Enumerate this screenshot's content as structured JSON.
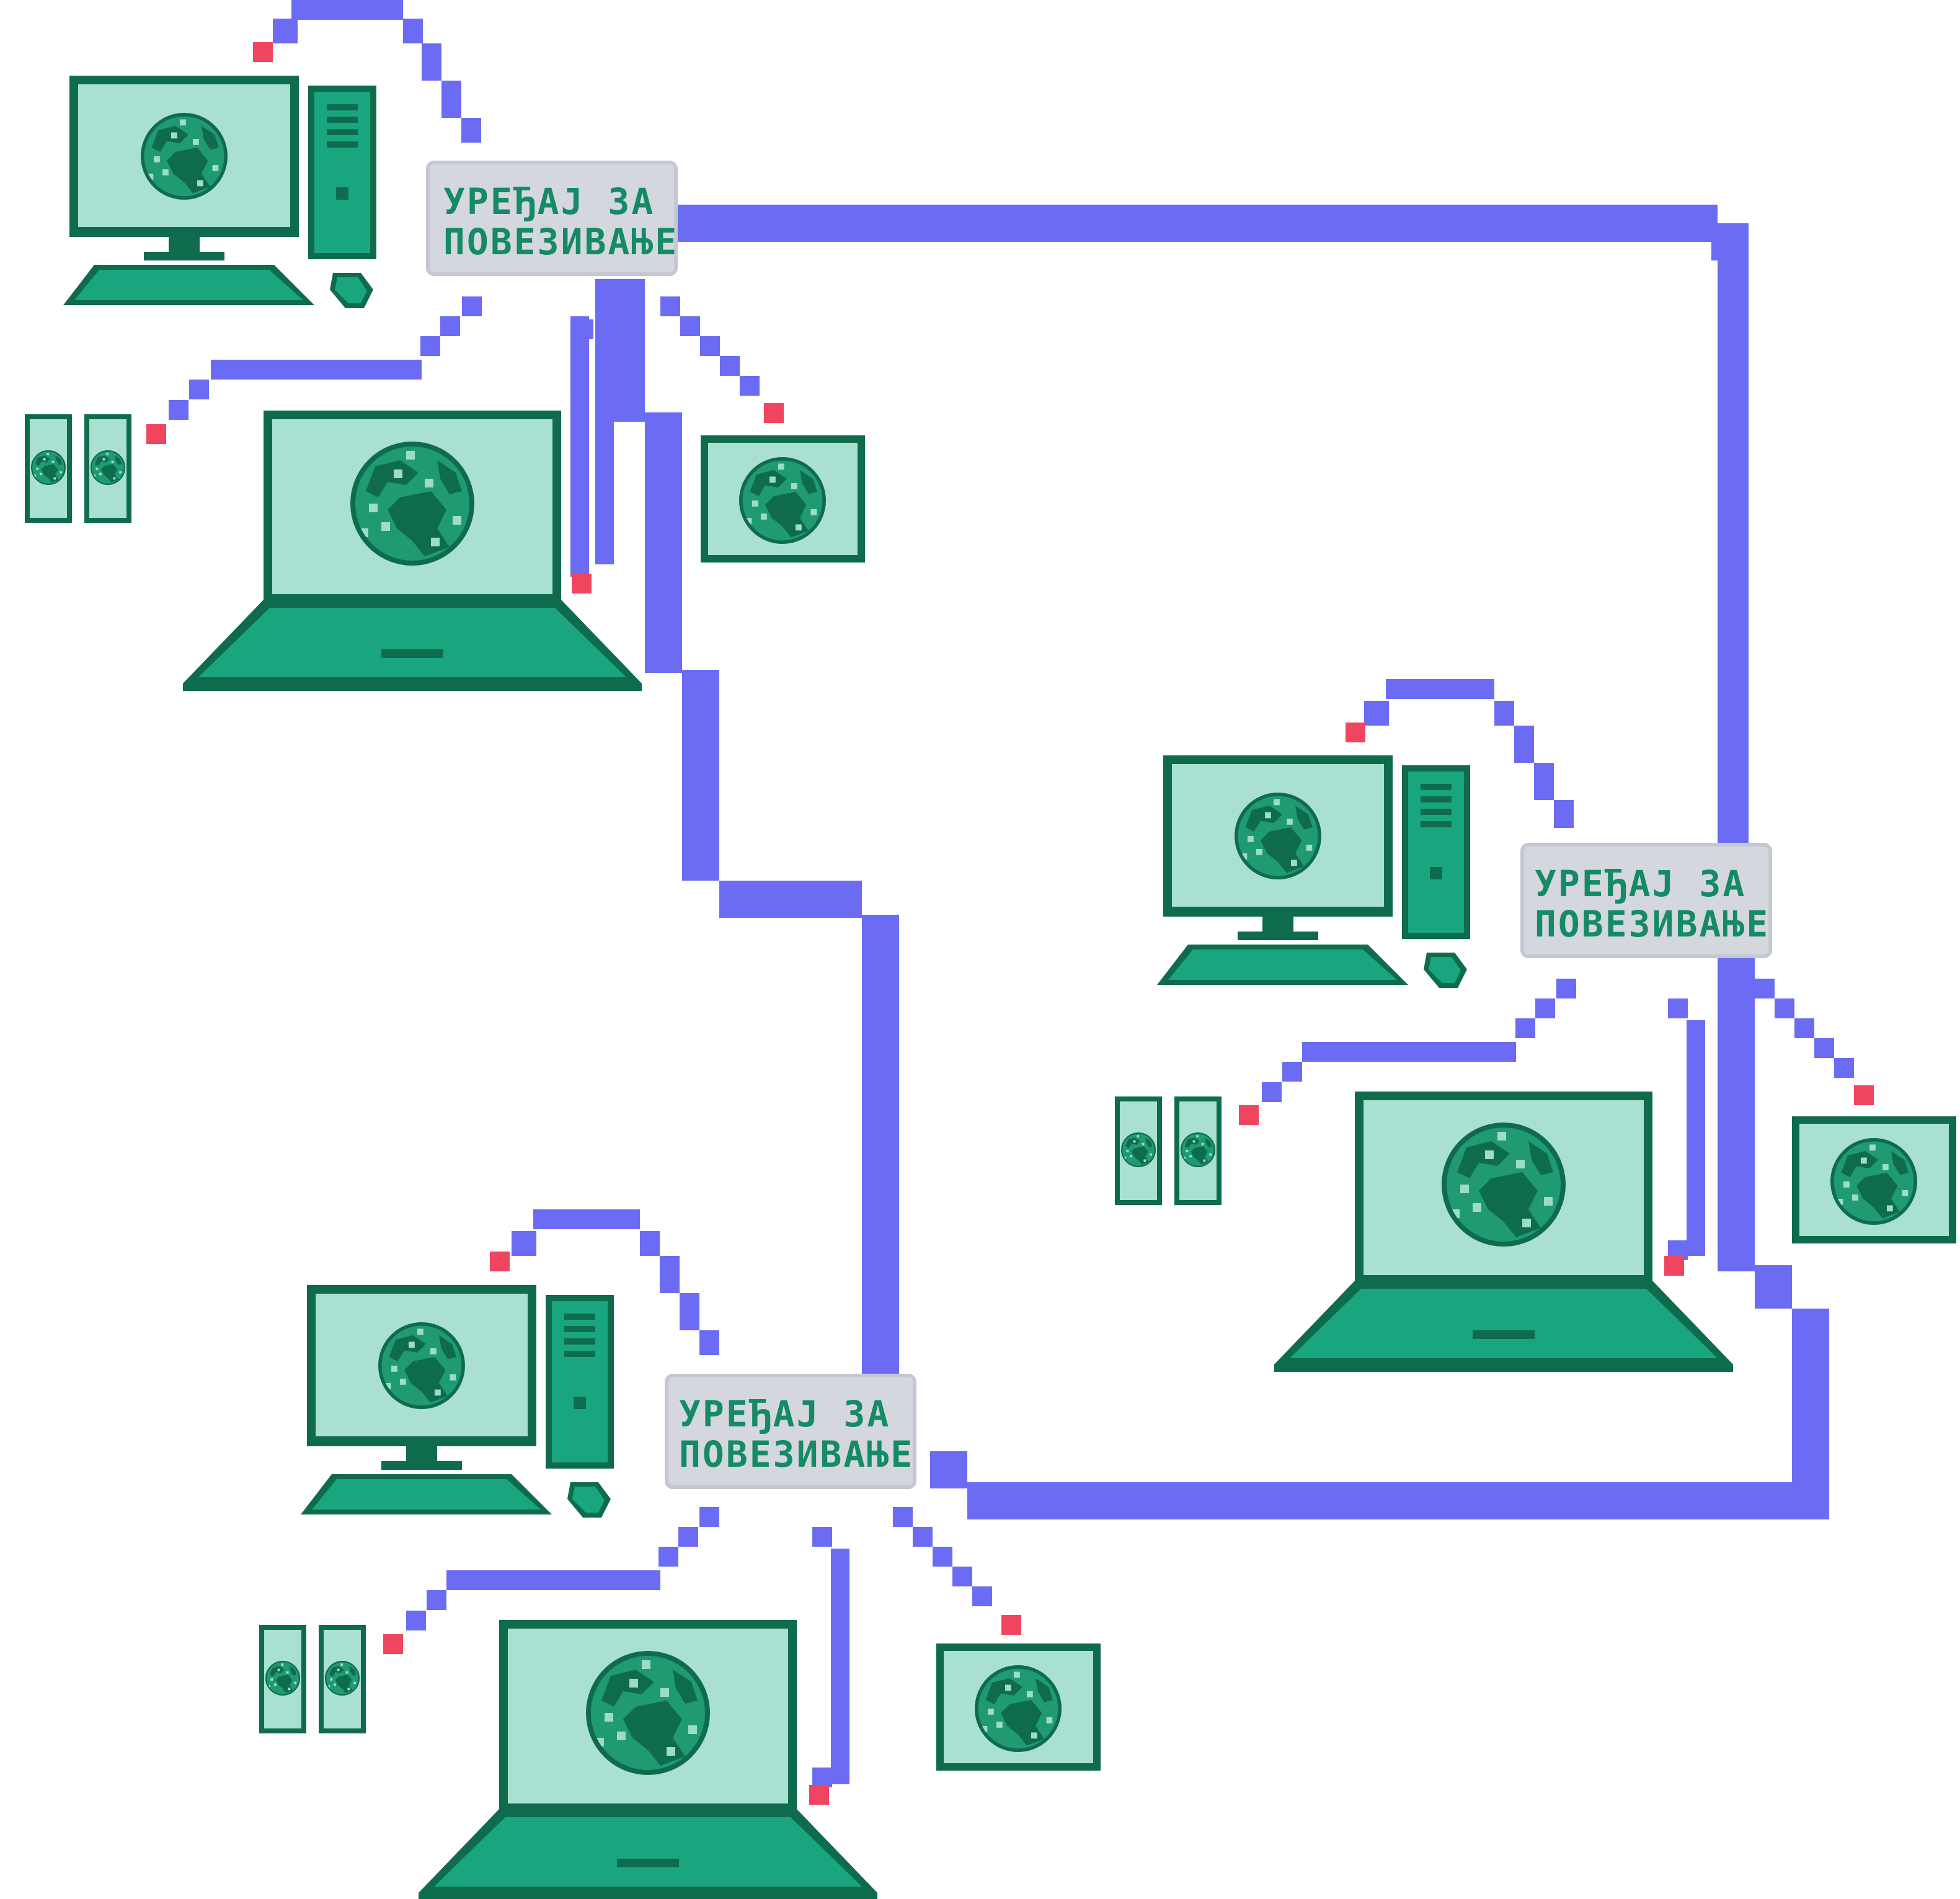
{
  "hub_label_line1": "УРЕЂАЈ ЗА",
  "hub_label_line2": "ПОВЕЗИВАЊЕ",
  "colors": {
    "cable": "#6b6cf3",
    "connector": "#f0455e",
    "device_dark": "#0f6b4e",
    "device_body": "#19a67f",
    "screen": "#a9e0d2",
    "globe_dark": "#0f6b4e",
    "globe_mid": "#1f9a72",
    "globe_light": "#9edcc9",
    "hub_fill": "#d4d7de",
    "hub_border": "#c4c8d0",
    "hub_text": "#148a66"
  },
  "clusters": [
    {
      "name": "top-left"
    },
    {
      "name": "right"
    },
    {
      "name": "bottom"
    }
  ],
  "backbone": [
    "top-left",
    "right",
    "bottom"
  ]
}
